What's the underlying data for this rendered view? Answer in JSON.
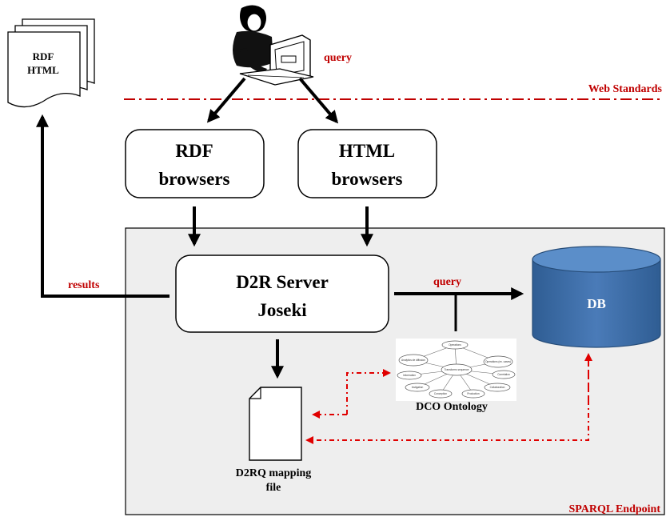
{
  "labels": {
    "rdf_html_doc_line1": "RDF",
    "rdf_html_doc_line2": "HTML",
    "query_top": "query",
    "web_standards": "Web Standards",
    "rdf_browsers_line1": "RDF",
    "rdf_browsers_line2": "browsers",
    "html_browsers_line1": "HTML",
    "html_browsers_line2": "browsers",
    "results": "results",
    "d2r_line1": "D2R Server",
    "d2r_line2": "Joseki",
    "query_mid": "query",
    "db": "DB",
    "dco_ontology": "DCO Ontology",
    "mapping_line1": "D2RQ mapping",
    "mapping_line2": "file",
    "sparql_endpoint": "SPARQL Endpoint"
  },
  "ontology_nodes": [
    "Operations",
    "Analytics de diffusion",
    "Operations (ex. cases)",
    "Information",
    "Transforms sequence",
    "Correlation",
    "Instigation",
    "Collaboration",
    "Conception",
    "Production"
  ],
  "colors": {
    "accent_red": "#c00000",
    "panel_bg": "#eeeeee",
    "db_fill": "#3f6ea6",
    "db_top": "#5b8ec9",
    "line": "#000000"
  }
}
